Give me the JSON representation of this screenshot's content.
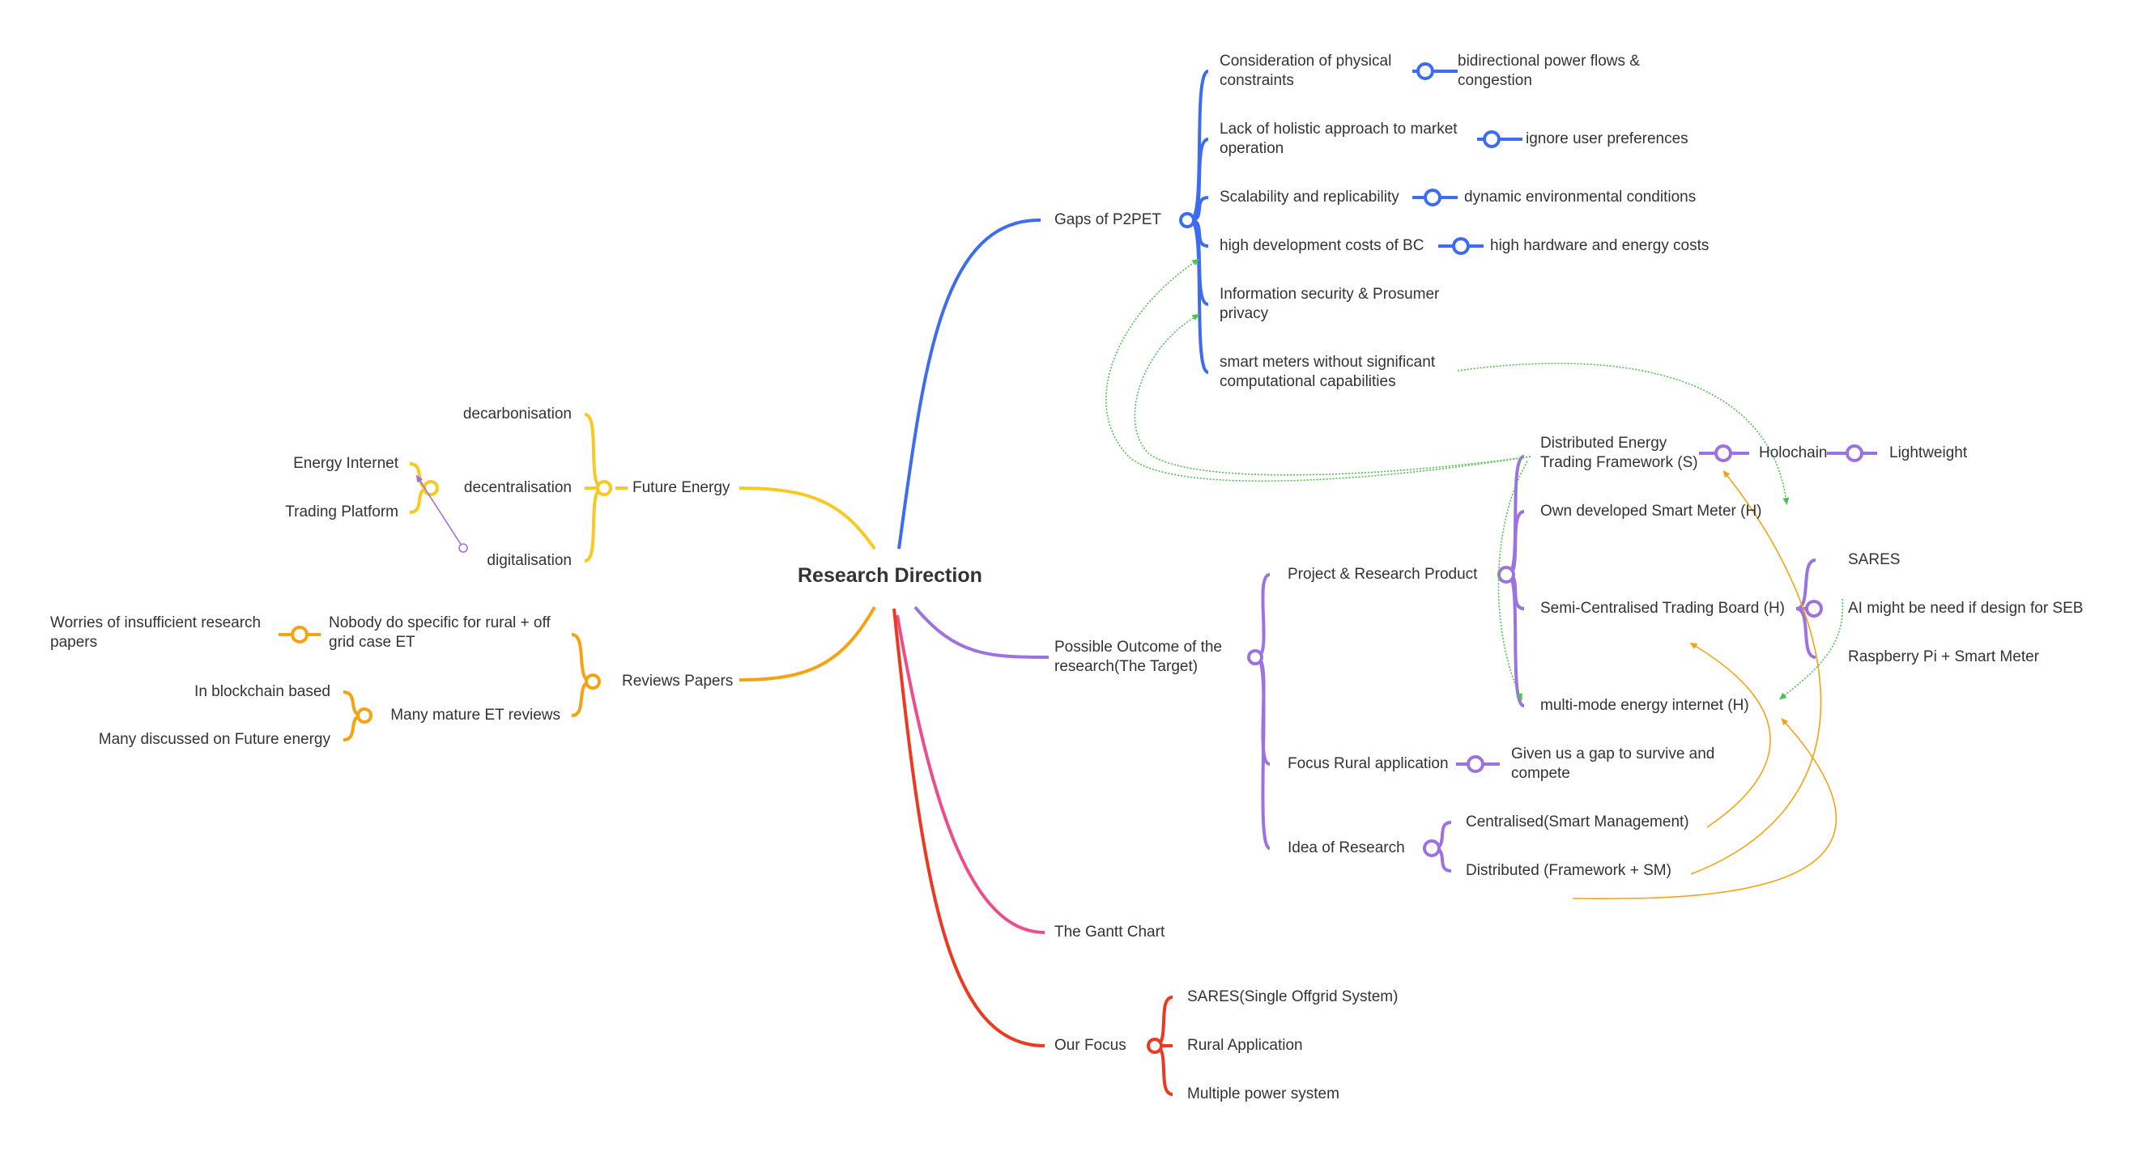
{
  "root": "Research Direction",
  "colors": {
    "blue": "#3d6cf0",
    "purple": "#9b72e0",
    "green": "#4fc14f",
    "yellow": "#f8c921",
    "amber": "#f5a313",
    "pink": "#ee4d8c",
    "red": "#ec3a22"
  },
  "gaps": {
    "label": "Gaps of P2PET",
    "items": [
      {
        "label": "Consideration of physical constraints",
        "child": "bidirectional power flows & congestion"
      },
      {
        "label": "Lack of holistic approach to market operation",
        "child": "ignore user preferences"
      },
      {
        "label": "Scalability and replicability",
        "child": "dynamic environmental conditions"
      },
      {
        "label": "high development costs of BC",
        "child": "high hardware and energy costs"
      },
      {
        "label": "Information security & Prosumer privacy"
      },
      {
        "label": "smart meters without significant computational capabilities"
      }
    ]
  },
  "outcome": {
    "label": "Possible Outcome of the research(The Target)",
    "project": {
      "label": "Project & Research Product",
      "det": {
        "label": "Distributed Energy Trading Framework (S)",
        "child": "Holochain",
        "grandchild": "Lightweight"
      },
      "meter": "Own developed Smart Meter (H)",
      "board": {
        "label": "Semi-Centralised Trading Board (H)",
        "children": [
          "SARES",
          "AI might be need if design for SEB",
          "Raspberry Pi + Smart Meter"
        ]
      },
      "internet": "multi-mode energy internet (H)"
    },
    "focus_rural": {
      "label": "Focus Rural application",
      "child": "Given us a gap to survive and compete"
    },
    "idea": {
      "label": "Idea of Research",
      "children": [
        "Centralised(Smart Management)",
        "Distributed (Framework + SM)"
      ]
    }
  },
  "gantt": "The Gantt Chart",
  "our_focus": {
    "label": "Our Focus",
    "children": [
      "SARES(Single Offgrid System)",
      "Rural Application",
      "Multiple power system"
    ]
  },
  "future_energy": {
    "label": "Future Energy",
    "children": [
      "decarbonisation",
      "decentralisation",
      "digitalisation"
    ],
    "decentralisation_children": [
      "Energy Internet",
      "Trading Platform"
    ]
  },
  "reviews": {
    "label": "Reviews Papers",
    "nobody": {
      "label": "Nobody do specific for rural + off grid case ET",
      "child": "Worries of insufficient research papers"
    },
    "mature": {
      "label": "Many mature ET reviews",
      "children": [
        "In blockchain based",
        "Many discussed on Future energy"
      ]
    }
  }
}
